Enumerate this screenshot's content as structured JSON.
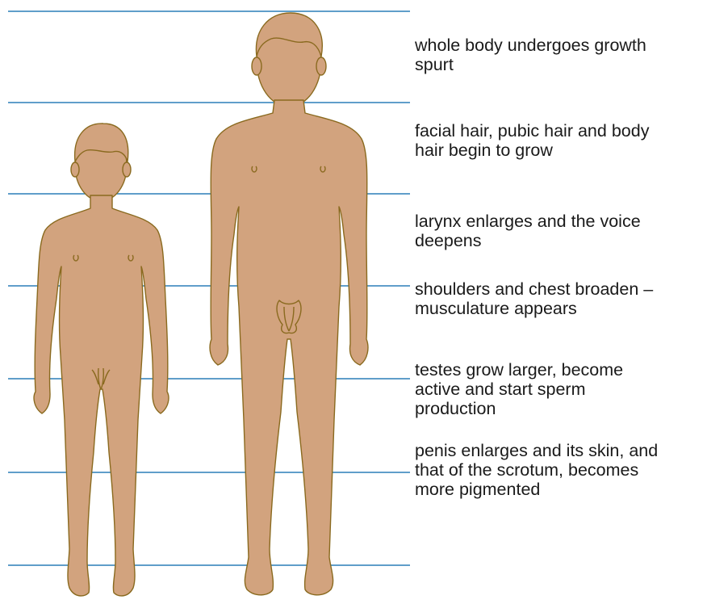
{
  "colors": {
    "skin": "#d2a37e",
    "outline": "#8a6a1f",
    "guide_line": "#2b7fb8",
    "text": "#1a1a1a"
  },
  "figures": [
    {
      "name": "boy-figure",
      "description_icon": "child-body-outline"
    },
    {
      "name": "man-figure",
      "description_icon": "adult-body-outline"
    }
  ],
  "labels": [
    {
      "lines": [
        "whole body undergoes growth",
        "spurt"
      ]
    },
    {
      "lines": [
        "facial hair, pubic hair and body",
        "hair begin to grow"
      ]
    },
    {
      "lines": [
        "larynx enlarges and the voice",
        "deepens"
      ]
    },
    {
      "lines": [
        "shoulders and chest broaden –",
        "musculature appears"
      ]
    },
    {
      "lines": [
        "testes grow larger, become",
        "active and start sperm",
        "production"
      ]
    },
    {
      "lines": [
        "penis enlarges and its skin, and",
        "that of the scrotum, becomes",
        "more pigmented"
      ]
    }
  ]
}
